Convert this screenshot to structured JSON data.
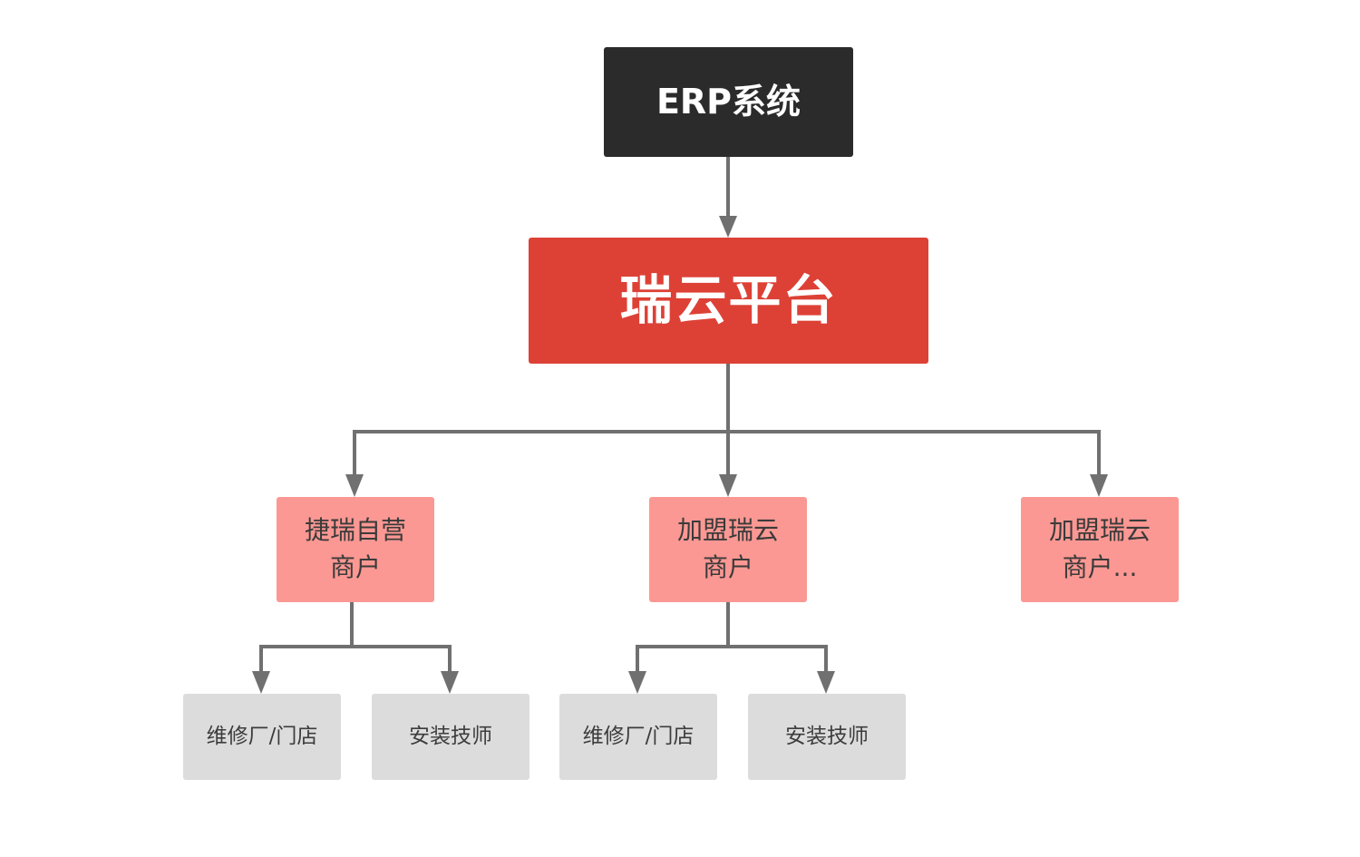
{
  "diagram": {
    "root": {
      "label": "ERP系统",
      "color": "#2b2b2b"
    },
    "platform": {
      "label": "瑞云平台",
      "color": "#dd4136"
    },
    "merchants": [
      {
        "label": "捷瑞自营\n商户",
        "color": "#fb9893"
      },
      {
        "label": "加盟瑞云\n商户",
        "color": "#fb9893"
      },
      {
        "label": "加盟瑞云\n商户...",
        "color": "#fb9893"
      }
    ],
    "leaves": [
      {
        "label": "维修厂/门店",
        "parent": "捷瑞自营\n商户"
      },
      {
        "label": "安装技师",
        "parent": "捷瑞自营\n商户"
      },
      {
        "label": "维修厂/门店",
        "parent": "加盟瑞云\n商户"
      },
      {
        "label": "安装技师",
        "parent": "加盟瑞云\n商户"
      }
    ],
    "connector_color": "#707070"
  }
}
